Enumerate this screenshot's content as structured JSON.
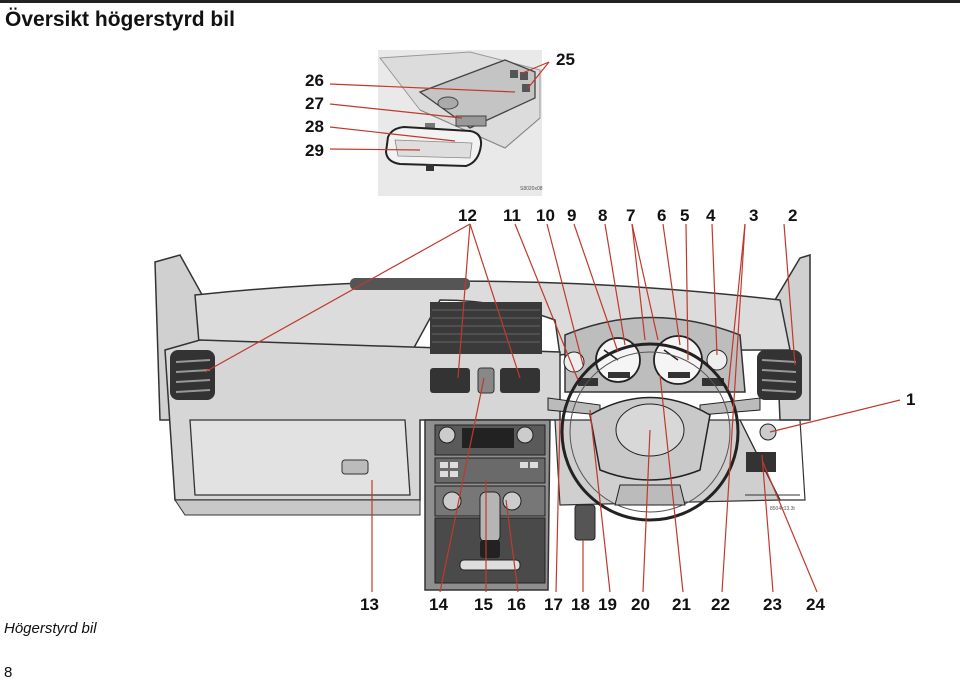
{
  "page": {
    "title": "Översikt högerstyrd bil",
    "caption": "Högerstyrd bil",
    "page_number": "8"
  },
  "mirror_figure": {
    "labels": [
      "25",
      "26",
      "27",
      "28",
      "29"
    ],
    "code": "S8020x08"
  },
  "dashboard_figure": {
    "top_labels": [
      "12",
      "11",
      "10",
      "9",
      "8",
      "7",
      "6",
      "5",
      "4",
      "3",
      "2"
    ],
    "side_label": "1",
    "bottom_labels": [
      "13",
      "14",
      "15",
      "16",
      "17",
      "18",
      "19",
      "20",
      "21",
      "22",
      "23",
      "24"
    ],
    "code": "8504c13.3t"
  },
  "colors": {
    "callout_line": "#c0392b",
    "panel_fill": "#d6d6d6",
    "panel_stroke": "#333333"
  }
}
